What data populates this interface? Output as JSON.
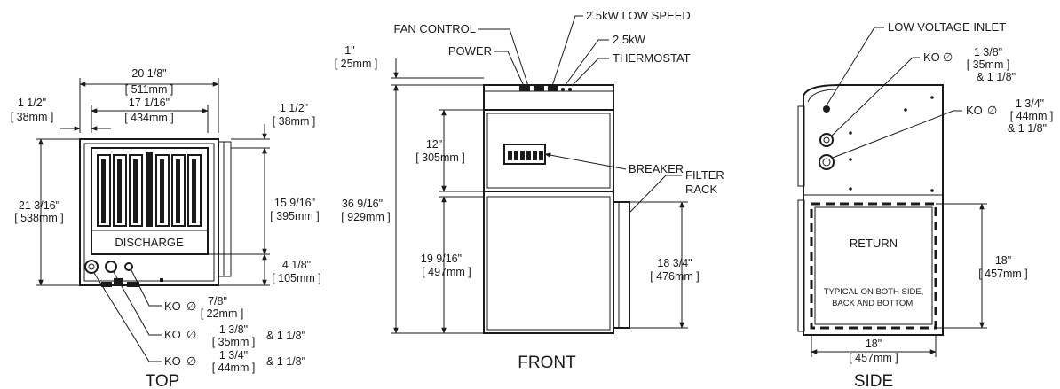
{
  "views": {
    "top": "TOP",
    "front": "FRONT",
    "side": "SIDE"
  },
  "top": {
    "width_overall": "20 1/8\"",
    "width_overall_mm": "[ 511mm ]",
    "width_inner": "17 1/16\"",
    "width_inner_mm": "[ 434mm ]",
    "left_offset": "1 1/2\"",
    "left_offset_mm": "[ 38mm ]",
    "right_offset": "1 1/2\"",
    "right_offset_mm": "[ 38mm ]",
    "depth_overall": "21 3/16\"",
    "depth_overall_mm": "[ 538mm ]",
    "discharge_depth": "15 9/16\"",
    "discharge_depth_mm": "[ 395mm ]",
    "rear_offset": "4 1/8\"",
    "rear_offset_mm": "[ 105mm ]",
    "discharge_label": "DISCHARGE",
    "ko_label": "KO",
    "diameter_symbol": "∅",
    "ko1": "7/8\"",
    "ko1_mm": "[ 22mm ]",
    "ko2": "1 3/8\"",
    "ko2_mm": "[ 35mm ]",
    "ko2_alt": "& 1 1/8\"",
    "ko3": "1 3/4\"",
    "ko3_mm": "[ 44mm ]",
    "ko3_alt": "& 1 1/8\""
  },
  "front": {
    "fan_control": "FAN CONTROL",
    "power": "POWER",
    "low_speed": "2.5kW LOW SPEED",
    "kw": "2.5kW",
    "thermostat": "THERMOSTAT",
    "breaker": "BREAKER",
    "filter_rack_1": "FILTER",
    "filter_rack_2": "RACK",
    "top_dim": "1\"",
    "top_dim_mm": "[ 25mm ]",
    "upper_height": "12\"",
    "upper_height_mm": "[ 305mm ]",
    "total_height": "36 9/16\"",
    "total_height_mm": "[ 929mm ]",
    "lower_height": "19 9/16\"",
    "lower_height_mm": "[ 497mm ]",
    "filter_height": "18 3/4\"",
    "filter_height_mm": "[ 476mm ]"
  },
  "side": {
    "low_voltage_inlet": "LOW VOLTAGE INLET",
    "ko_label": "KO",
    "diameter_symbol": "∅",
    "ko1": "1 3/8\"",
    "ko1_mm": "[ 35mm ]",
    "ko1_alt": "& 1 1/8\"",
    "ko2": "1 3/4\"",
    "ko2_mm": "[ 44mm ]",
    "ko2_alt": "& 1 1/8\"",
    "return_label": "RETURN",
    "typical_1": "TYPICAL ON BOTH SIDE,",
    "typical_2": "BACK AND BOTTOM.",
    "return_height": "18\"",
    "return_height_mm": "[ 457mm ]",
    "return_width": "18\"",
    "return_width_mm": "[ 457mm ]"
  }
}
